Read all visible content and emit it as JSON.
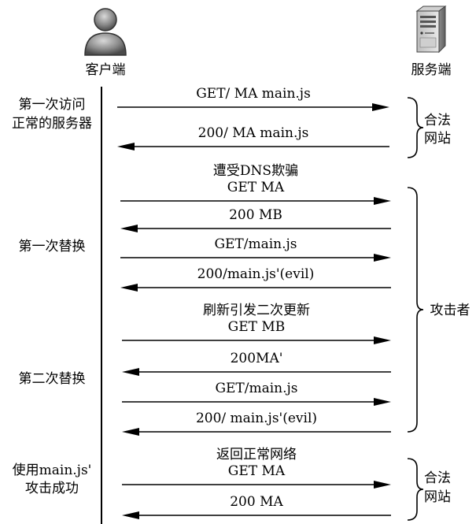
{
  "actors": {
    "client": {
      "label": "客户端",
      "icon": "user-icon"
    },
    "server": {
      "label": "服务端",
      "icon": "server-icon"
    }
  },
  "phases": [
    {
      "lines": [
        "第一次访问",
        "正常的服务器"
      ]
    },
    {
      "lines": [
        "第一次替换"
      ]
    },
    {
      "lines": [
        "第二次替换"
      ]
    },
    {
      "lines": [
        "使用main.js'",
        "攻击成功"
      ]
    }
  ],
  "messages": [
    {
      "direction": "to-server",
      "lines": [
        "GET/ MA main.js"
      ]
    },
    {
      "direction": "to-client",
      "lines": [
        "200/ MA main.js"
      ]
    },
    {
      "direction": "to-server",
      "lines": [
        "遭受DNS欺骗",
        "GET  MA"
      ]
    },
    {
      "direction": "to-client",
      "lines": [
        "200 MB"
      ]
    },
    {
      "direction": "to-server",
      "lines": [
        "GET/main.js"
      ]
    },
    {
      "direction": "to-client",
      "lines": [
        "200/main.js'(evil)"
      ]
    },
    {
      "direction": "to-server",
      "lines": [
        "刷新引发二次更新",
        "GET  MB"
      ]
    },
    {
      "direction": "to-client",
      "lines": [
        "200MA'"
      ]
    },
    {
      "direction": "to-server",
      "lines": [
        "GET/main.js"
      ]
    },
    {
      "direction": "to-client",
      "lines": [
        "200/ main.js'(evil)"
      ]
    },
    {
      "direction": "to-server",
      "lines": [
        "返回正常网络",
        "GET  MA"
      ]
    },
    {
      "direction": "to-client",
      "lines": [
        "200 MA"
      ]
    }
  ],
  "responders": [
    {
      "lines": [
        "合法",
        "网站"
      ]
    },
    {
      "lines": [
        "攻击者"
      ]
    },
    {
      "lines": [
        "合法",
        "网站"
      ]
    }
  ]
}
